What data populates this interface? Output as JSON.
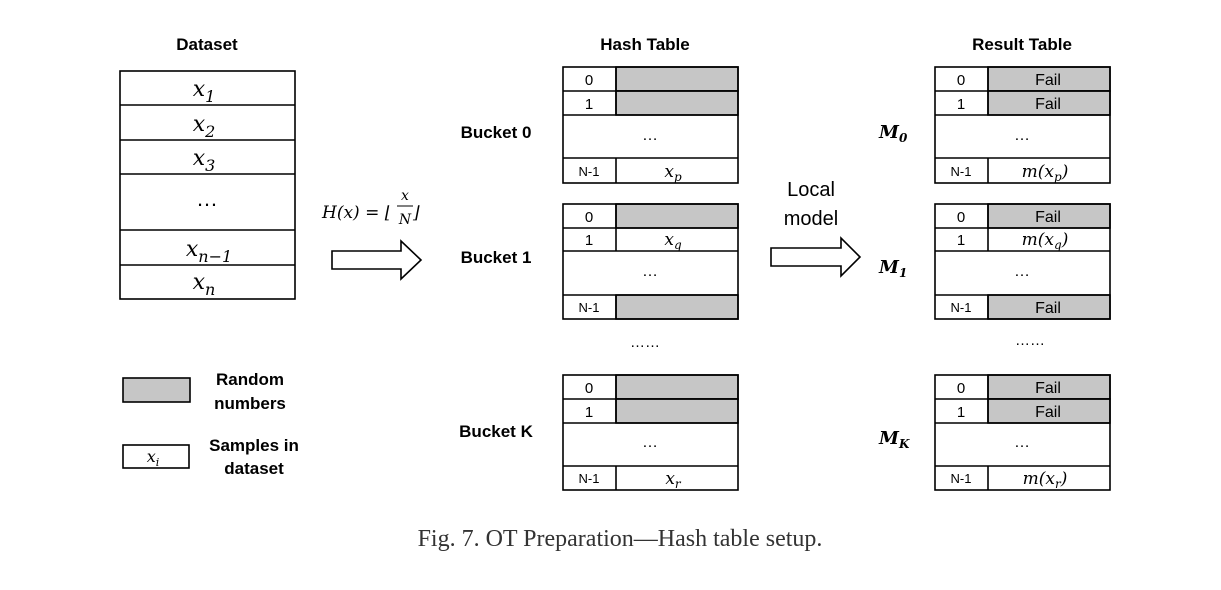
{
  "titles": {
    "dataset": "Dataset",
    "hash_table": "Hash Table",
    "result_table": "Result Table"
  },
  "dataset_rows": [
    "x",
    "x",
    "x",
    "…",
    "x",
    "x"
  ],
  "dataset_subs": [
    "1",
    "2",
    "3",
    "",
    "n−1",
    "n"
  ],
  "hash_function": {
    "lhs": "H(x) = ⌊",
    "num": "x",
    "den": "N",
    "rhs": "⌋"
  },
  "arrow_label": {
    "line1": "Local",
    "line2": "model"
  },
  "buckets": [
    {
      "label": "Bucket 0",
      "rows": [
        {
          "idx": "0",
          "value": "",
          "sub": ""
        },
        {
          "idx": "1",
          "value": "",
          "sub": ""
        },
        {
          "idx": "",
          "value": "…",
          "sub": ""
        },
        {
          "idx": "N-1",
          "value": "x",
          "sub": "p"
        }
      ]
    },
    {
      "label": "Bucket 1",
      "rows": [
        {
          "idx": "0",
          "value": "",
          "sub": ""
        },
        {
          "idx": "1",
          "value": "x",
          "sub": "q"
        },
        {
          "idx": "",
          "value": "…",
          "sub": ""
        },
        {
          "idx": "N-1",
          "value": "",
          "sub": ""
        }
      ]
    },
    {
      "label": "Bucket K",
      "rows": [
        {
          "idx": "0",
          "value": "",
          "sub": ""
        },
        {
          "idx": "1",
          "value": "",
          "sub": ""
        },
        {
          "idx": "",
          "value": "…",
          "sub": ""
        },
        {
          "idx": "N-1",
          "value": "x",
          "sub": "r"
        }
      ]
    }
  ],
  "results": [
    {
      "label": "M",
      "label_sub": "0",
      "rows": [
        {
          "idx": "0",
          "value": "Fail",
          "sub": "",
          "close": ""
        },
        {
          "idx": "1",
          "value": "Fail",
          "sub": "",
          "close": ""
        },
        {
          "idx": "",
          "value": "…",
          "sub": "",
          "close": ""
        },
        {
          "idx": "N-1",
          "value": "m(x",
          "sub": "p",
          "close": ")"
        }
      ]
    },
    {
      "label": "M",
      "label_sub": "1",
      "rows": [
        {
          "idx": "0",
          "value": "Fail",
          "sub": "",
          "close": ""
        },
        {
          "idx": "1",
          "value": "m(x",
          "sub": "q",
          "close": ")"
        },
        {
          "idx": "",
          "value": "…",
          "sub": "",
          "close": ""
        },
        {
          "idx": "N-1",
          "value": "Fail",
          "sub": "",
          "close": ""
        }
      ]
    },
    {
      "label": "M",
      "label_sub": "K",
      "rows": [
        {
          "idx": "0",
          "value": "Fail",
          "sub": "",
          "close": ""
        },
        {
          "idx": "1",
          "value": "Fail",
          "sub": "",
          "close": ""
        },
        {
          "idx": "",
          "value": "…",
          "sub": "",
          "close": ""
        },
        {
          "idx": "N-1",
          "value": "m(x",
          "sub": "r",
          "close": ")"
        }
      ]
    }
  ],
  "gap_dots": {
    "hash": "……",
    "result": "……"
  },
  "legend": {
    "random_line1": "Random",
    "random_line2": "numbers",
    "sample_symbol": "x",
    "sample_sub": "i",
    "samples_line1": "Samples in",
    "samples_line2": "dataset"
  },
  "caption": "Fig. 7.  OT Preparation—Hash table setup.",
  "colors": {
    "random_fill": "#c6c6c6",
    "stroke": "#000000"
  }
}
